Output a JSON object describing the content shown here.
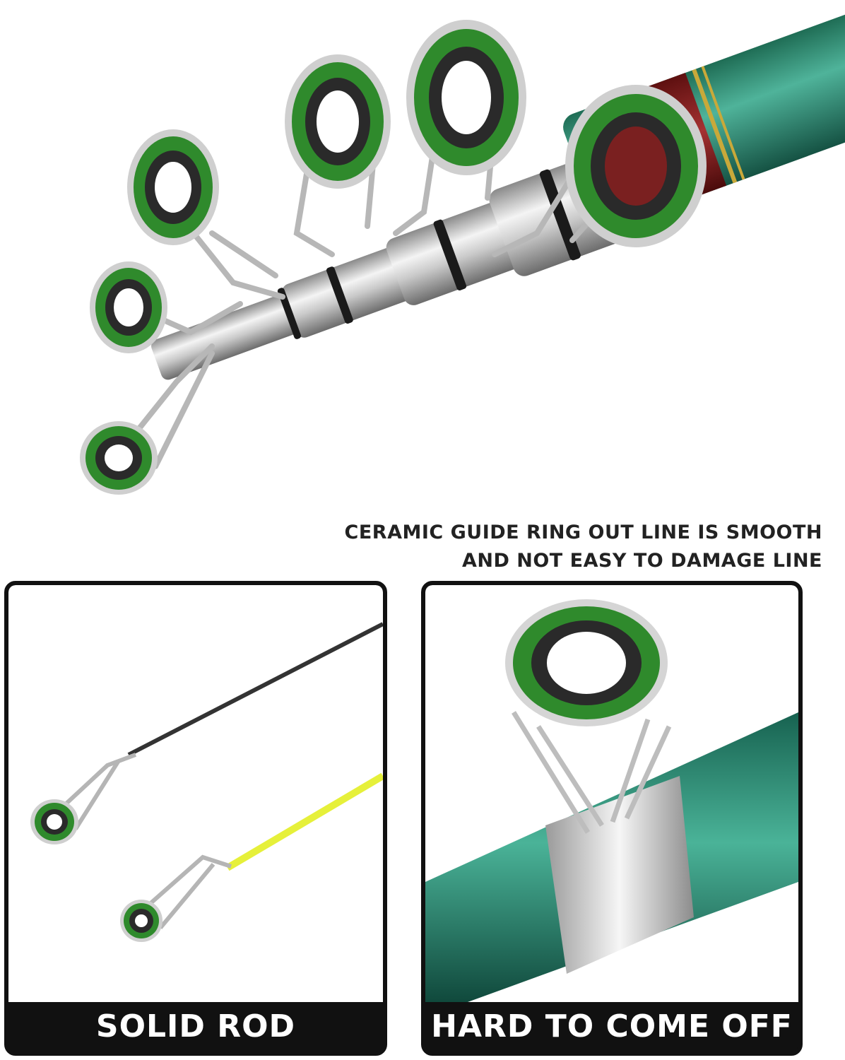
{
  "headline": {
    "line1": "CERAMIC GUIDE RING OUT LINE IS SMOOTH",
    "line2": "AND NOT EASY TO DAMAGE LINE"
  },
  "panels": [
    {
      "caption": "SOLID ROD"
    },
    {
      "caption": "HARD TO COME OFF"
    }
  ],
  "colors": {
    "ring_green": "#2f8a2c",
    "ring_ceramic": "#2a2a2a",
    "rod_green": "#2e8a6e",
    "rod_red": "#8a1f1f",
    "tip_yellow": "#e6f03a",
    "tip_dark": "#333333",
    "panel_border": "#111111"
  }
}
